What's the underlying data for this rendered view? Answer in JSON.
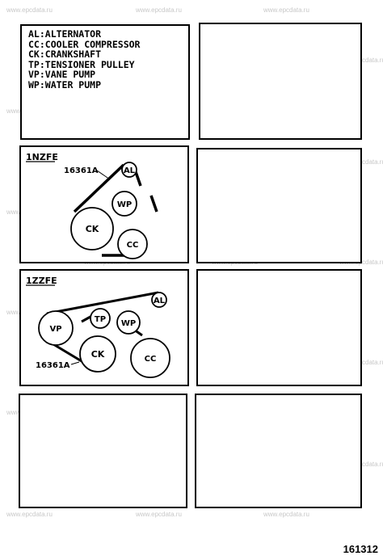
{
  "legend": [
    "AL:ALTERNATOR",
    "CC:COOLER COMPRESSOR",
    "CK:CRANKSHAFT",
    "TP:TENSIONER PULLEY",
    "VP:VANE PUMP",
    "WP:WATER PUMP"
  ],
  "diagram_1nzfe": {
    "title": "1NZFE",
    "part_number": "16361A",
    "pulleys": {
      "al": "AL",
      "wp": "WP",
      "ck": "CK",
      "cc": "CC"
    }
  },
  "diagram_1zzfe": {
    "title": "1ZZFE",
    "part_number": "16361A",
    "pulleys": {
      "al": "AL",
      "vp": "VP",
      "tp": "TP",
      "wp": "WP",
      "ck": "CK",
      "cc": "CC"
    }
  },
  "watermark": "www.epcdata.ru",
  "figure_number": "161312"
}
